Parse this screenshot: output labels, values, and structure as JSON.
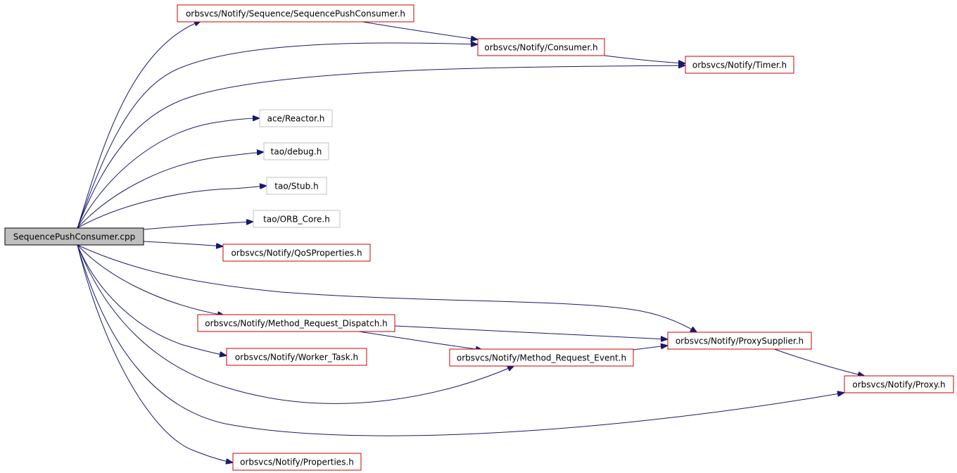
{
  "colors": {
    "edge": "#191970",
    "root_fill": "#bfbfbf",
    "root_border": "#000000",
    "documented_border": "#cc0000",
    "undocumented_border": "#c0c0c0",
    "text": "#000000"
  },
  "root": {
    "label": "SequencePushConsumer.cpp"
  },
  "nodes": {
    "seq_push_consumer_h": {
      "label": "orbsvcs/Notify/Sequence/SequencePushConsumer.h",
      "style": "documented"
    },
    "consumer_h": {
      "label": "orbsvcs/Notify/Consumer.h",
      "style": "documented"
    },
    "timer_h": {
      "label": "orbsvcs/Notify/Timer.h",
      "style": "documented"
    },
    "reactor_h": {
      "label": "ace/Reactor.h",
      "style": "undocumented"
    },
    "debug_h": {
      "label": "tao/debug.h",
      "style": "undocumented"
    },
    "stub_h": {
      "label": "tao/Stub.h",
      "style": "undocumented"
    },
    "orb_core_h": {
      "label": "tao/ORB_Core.h",
      "style": "undocumented"
    },
    "qos_properties_h": {
      "label": "orbsvcs/Notify/QoSProperties.h",
      "style": "documented"
    },
    "mr_dispatch_h": {
      "label": "orbsvcs/Notify/Method_Request_Dispatch.h",
      "style": "documented"
    },
    "proxy_supplier_h": {
      "label": "orbsvcs/Notify/ProxySupplier.h",
      "style": "documented"
    },
    "worker_task_h": {
      "label": "orbsvcs/Notify/Worker_Task.h",
      "style": "documented"
    },
    "mr_event_h": {
      "label": "orbsvcs/Notify/Method_Request_Event.h",
      "style": "documented"
    },
    "proxy_h": {
      "label": "orbsvcs/Notify/Proxy.h",
      "style": "documented"
    },
    "properties_h": {
      "label": "orbsvcs/Notify/Properties.h",
      "style": "documented"
    }
  },
  "edges": [
    {
      "from": "root",
      "to": "seq_push_consumer_h"
    },
    {
      "from": "root",
      "to": "consumer_h"
    },
    {
      "from": "root",
      "to": "timer_h"
    },
    {
      "from": "root",
      "to": "reactor_h"
    },
    {
      "from": "root",
      "to": "debug_h"
    },
    {
      "from": "root",
      "to": "stub_h"
    },
    {
      "from": "root",
      "to": "orb_core_h"
    },
    {
      "from": "root",
      "to": "qos_properties_h"
    },
    {
      "from": "root",
      "to": "proxy_supplier_h"
    },
    {
      "from": "root",
      "to": "mr_dispatch_h"
    },
    {
      "from": "root",
      "to": "worker_task_h"
    },
    {
      "from": "root",
      "to": "mr_event_h"
    },
    {
      "from": "root",
      "to": "proxy_h"
    },
    {
      "from": "root",
      "to": "properties_h"
    },
    {
      "from": "seq_push_consumer_h",
      "to": "consumer_h"
    },
    {
      "from": "consumer_h",
      "to": "timer_h"
    },
    {
      "from": "mr_dispatch_h",
      "to": "proxy_supplier_h"
    },
    {
      "from": "mr_dispatch_h",
      "to": "mr_event_h"
    },
    {
      "from": "mr_event_h",
      "to": "proxy_supplier_h"
    },
    {
      "from": "proxy_supplier_h",
      "to": "proxy_h"
    }
  ]
}
